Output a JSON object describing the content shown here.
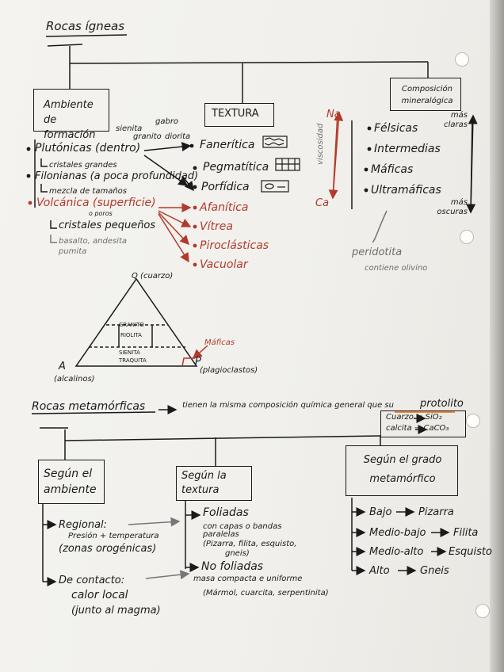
{
  "igneas": {
    "title": "Rocas ígneas",
    "ambiente": {
      "box": "Ambiente de formación",
      "plutonicas": "Plutónicas (dentro)",
      "plutonicas_sub": "cristales grandes",
      "plutonicas_ejemplos": [
        "gabro",
        "sienita",
        "granito",
        "diorita"
      ],
      "filonianas": "Filonianas (a poca profundidad)",
      "filonianas_sub": "mezcla de tamaños",
      "volcanica": "Volcánica (superficie)",
      "volcanica_sub1": "cristales pequeños",
      "volcanica_sub1_note": "o poros",
      "volcanica_sub2": "basalto, andesita pumita"
    },
    "textura": {
      "box": "TEXTURA",
      "items": [
        "Fanerítica",
        "Pegmatítica",
        "Porfídica",
        "Afanítica",
        "Vítrea",
        "Piroclásticas",
        "Vacuolar"
      ]
    },
    "composicion": {
      "box": "Composición mineralógica",
      "na": "Na",
      "ca": "Ca",
      "viscosidad": "viscosidad",
      "items": [
        "Félsicas",
        "Intermedias",
        "Máficas",
        "Ultramáficas"
      ],
      "mas_claras": "más claras",
      "mas_oscuras": "más oscuras",
      "peridotita": "peridotita",
      "peridotita_sub": "contiene olivino"
    },
    "triangulo": {
      "q": "Q (cuarzo)",
      "a": "A",
      "a_sub": "(alcalinos)",
      "p": "P",
      "p_sub": "(plagioclastos)",
      "granito": "GRANITO",
      "riolita": "RIOLITA",
      "sienita": "SIENITA",
      "traquita": "TRAQUITA",
      "maficas": "Máficas"
    }
  },
  "metamorficas": {
    "title": "Rocas metamórficas",
    "definicion": "tienen la misma composición química general que su",
    "protolito": "protolito",
    "formulas": [
      "Cuarzo → SiO₂",
      "calcita → CaCO₃"
    ],
    "ambiente": {
      "box": "Según el ambiente",
      "regional": "Regional:",
      "regional_sub1": "Presión + temperatura",
      "regional_sub2": "(zonas orogénicas)",
      "contacto": "De contacto:",
      "contacto_sub1": "calor local",
      "contacto_sub2": "(junto al magma)"
    },
    "textura": {
      "box": "Según la textura",
      "foliadas": "Foliadas",
      "foliadas_sub1": "con capas o bandas",
      "foliadas_sub2": "paralelas",
      "foliadas_sub3": "(Pizarra, filita, esquisto,",
      "foliadas_sub4": "gneis)",
      "no_foliadas": "No foliadas",
      "no_foliadas_sub1": "masa compacta e uniforme",
      "no_foliadas_sub2": "(Mármol, cuarcita, serpentinita)"
    },
    "grado": {
      "box": "Según el grado metamórfico",
      "items": [
        {
          "grado": "Bajo",
          "roca": "Pizarra"
        },
        {
          "grado": "Medio-bajo",
          "roca": "Filita"
        },
        {
          "grado": "Medio-alto",
          "roca": "Esquisto"
        },
        {
          "grado": "Alto",
          "roca": "Gneis"
        }
      ]
    }
  },
  "colors": {
    "ink": "#1a1a1a",
    "red_ink": "#b3392a",
    "highlight": "#f08a3c",
    "paper": "#f2f1ed"
  }
}
